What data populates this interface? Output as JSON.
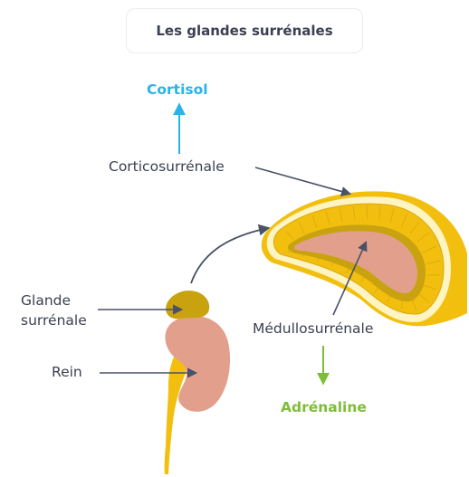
{
  "title": "Les glandes surrénales",
  "labels": {
    "cortisol": "Cortisol",
    "corticosurrenale": "Corticosurrénale",
    "glande_line1": "Glande",
    "glande_line2": "surrénale",
    "rein": "Rein",
    "medullosurrenale": "Médullosurrénale",
    "adrenaline": "Adrénaline"
  },
  "colors": {
    "cortisol": "#29b3ea",
    "adrenaline": "#7dbd3a",
    "text": "#3b3f52",
    "arrow": "#4a5268",
    "cortex": "#f2bf0f",
    "cortex_inner": "#d9a80a",
    "kidney": "#e2a08c",
    "adrenal_gland": "#c9a210"
  }
}
